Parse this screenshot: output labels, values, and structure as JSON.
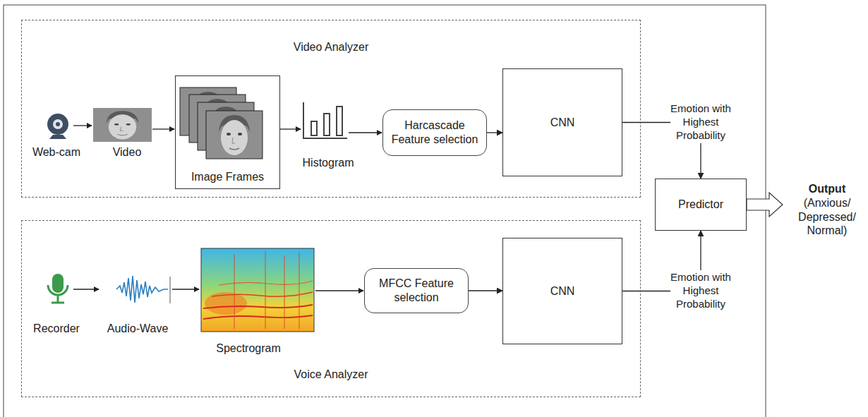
{
  "diagram": {
    "nodes": [
      {
        "text": [
          "Video Analyzer"
        ]
      },
      {
        "text": [
          "Image Frames"
        ],
        "in": 0
      },
      {
        "text": [
          "Harcascade Feature selection"
        ],
        "in": 0
      },
      {
        "text": [
          "CNN"
        ],
        "in": 0
      },
      {
        "text": [
          "Voice Analyzer"
        ]
      },
      {
        "text": [
          "MFCC Feature selection"
        ],
        "in": 4
      },
      {
        "text": [
          "CNN"
        ],
        "in": 4
      },
      {
        "text": [
          "Predictor"
        ]
      }
    ],
    "edges": [
      {
        "from": 2,
        "to": 3,
        "arrow": "to"
      },
      {
        "from": 3,
        "to": 7,
        "label": "Emotion with Highest Probability",
        "arrow": "to"
      },
      {
        "from": 5,
        "to": 6,
        "arrow": "to"
      },
      {
        "from": 6,
        "to": 7,
        "label": "Emotion with Highest Probability",
        "arrow": "to"
      }
    ],
    "labels": [
      "Web-cam",
      "Video",
      "Histogram",
      "Recorder",
      "Audio-Wave",
      "Spectrogram",
      "Output",
      "(Anxious/ Depressed/ Normal)"
    ]
  }
}
